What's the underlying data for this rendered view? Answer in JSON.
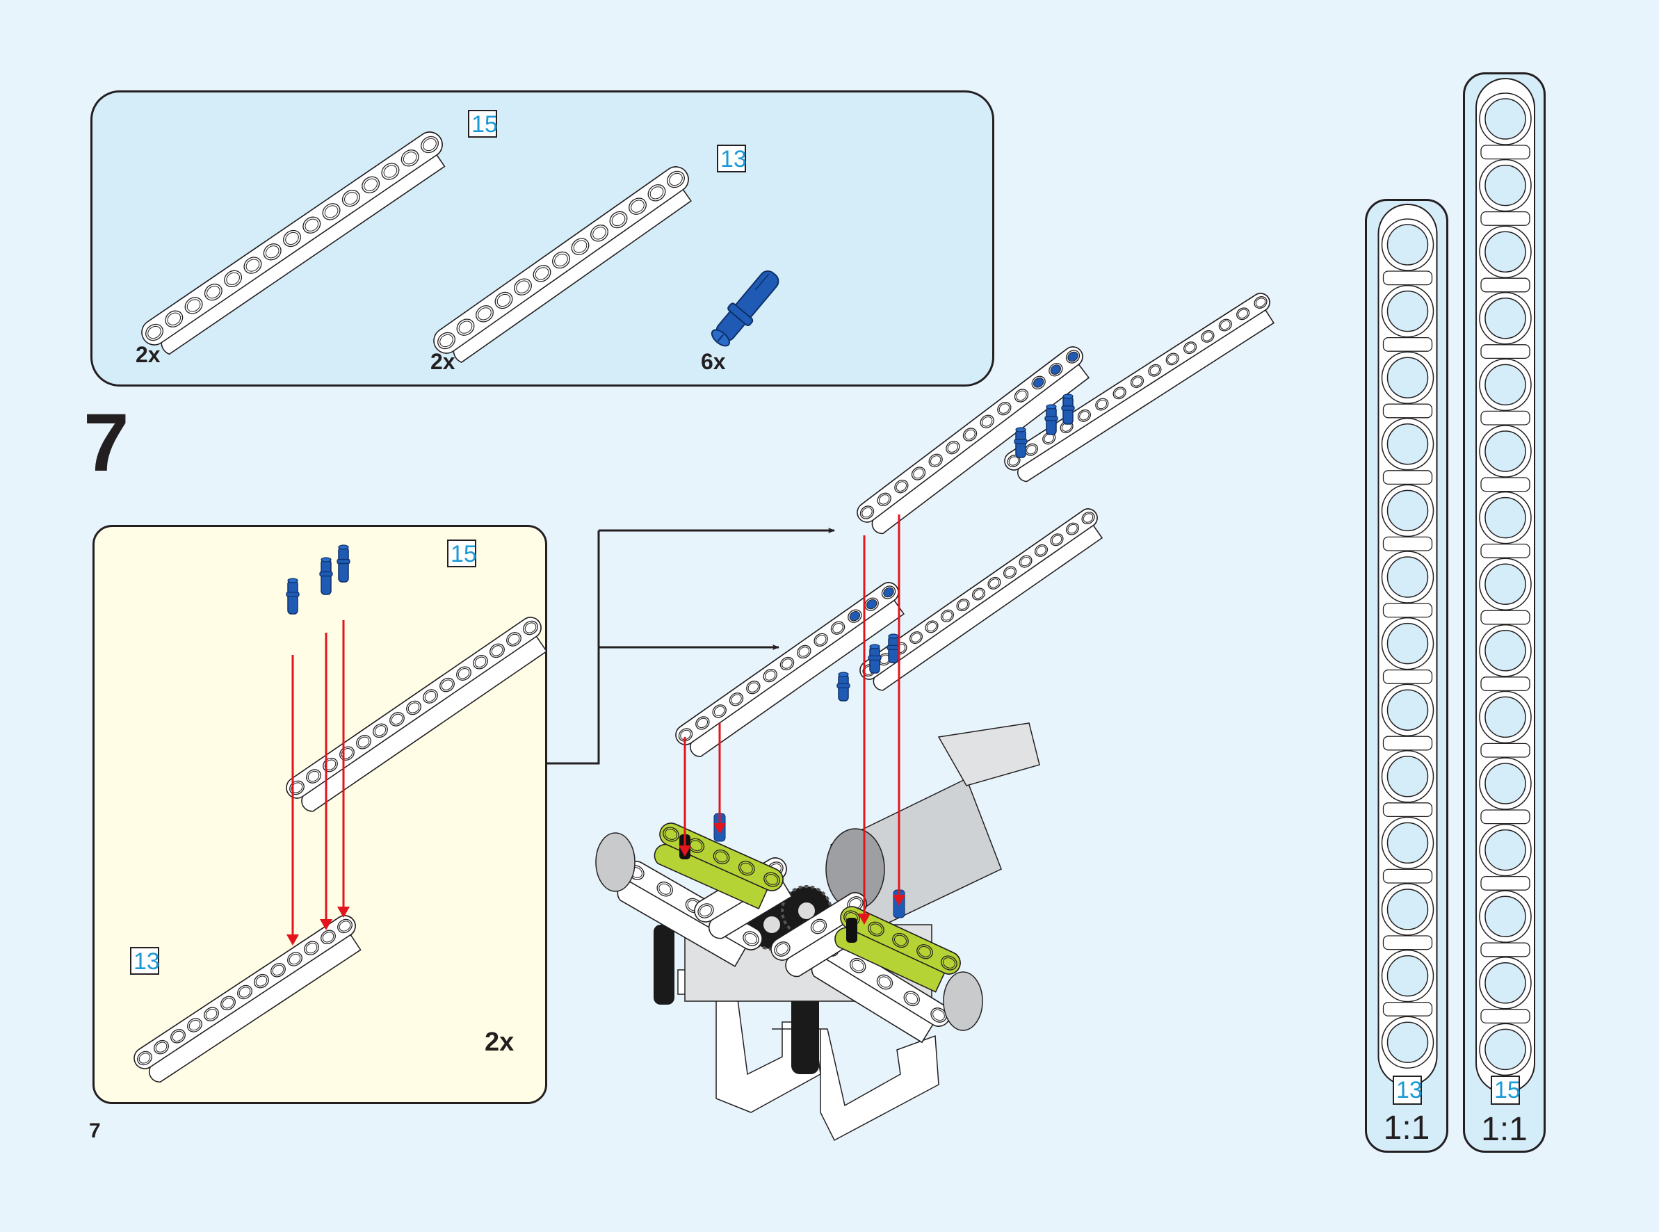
{
  "page": {
    "step_number": "7",
    "page_number": "7"
  },
  "parts_box": {
    "items": [
      {
        "name": "beam",
        "length_label": "15",
        "quantity": "2x",
        "color": "#ffffff"
      },
      {
        "name": "beam",
        "length_label": "13",
        "quantity": "2x",
        "color": "#ffffff"
      },
      {
        "name": "connector-pin",
        "quantity": "6x",
        "color": "#1f5bb5"
      }
    ]
  },
  "substep": {
    "upper_beam_label": "15",
    "lower_beam_label": "13",
    "pins": 3,
    "multiplier": "2x"
  },
  "rulers": [
    {
      "length_label": "13",
      "holes": 13,
      "scale": "1:1"
    },
    {
      "length_label": "15",
      "holes": 15,
      "scale": "1:1"
    }
  ],
  "colors": {
    "background": "#e7f4fc",
    "parts_box": "#d5edf9",
    "substep_box": "#fffde6",
    "label_text": "#1a9ad6",
    "arrow_red": "#e3141b",
    "pin_blue": "#1f5bb5",
    "lime_beam": "#b5d334",
    "outline": "#231f20"
  }
}
